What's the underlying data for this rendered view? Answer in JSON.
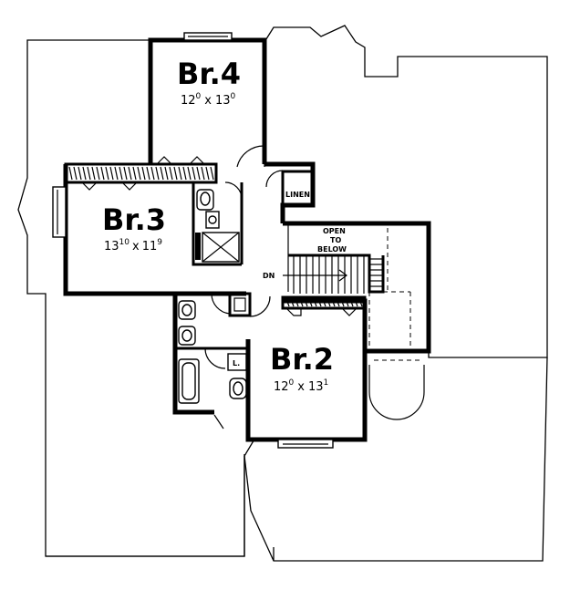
{
  "rooms": {
    "br4": {
      "name": "Br.4",
      "dim_w": "12",
      "dim_w_sup": "0",
      "dim_sep": "x",
      "dim_h": "13",
      "dim_h_sup": "0"
    },
    "br3": {
      "name": "Br.3",
      "dim_w": "13",
      "dim_w_sup": "10",
      "dim_sep": "x",
      "dim_h": "11",
      "dim_h_sup": "9"
    },
    "br2": {
      "name": "Br.2",
      "dim_w": "12",
      "dim_w_sup": "0",
      "dim_sep": "x",
      "dim_h": "13",
      "dim_h_sup": "1"
    }
  },
  "labels": {
    "linen": "LINEN",
    "open_line1": "OPEN",
    "open_line2": "TO",
    "open_line3": "BELOW",
    "stair_down": "DN",
    "laundry": "L."
  }
}
